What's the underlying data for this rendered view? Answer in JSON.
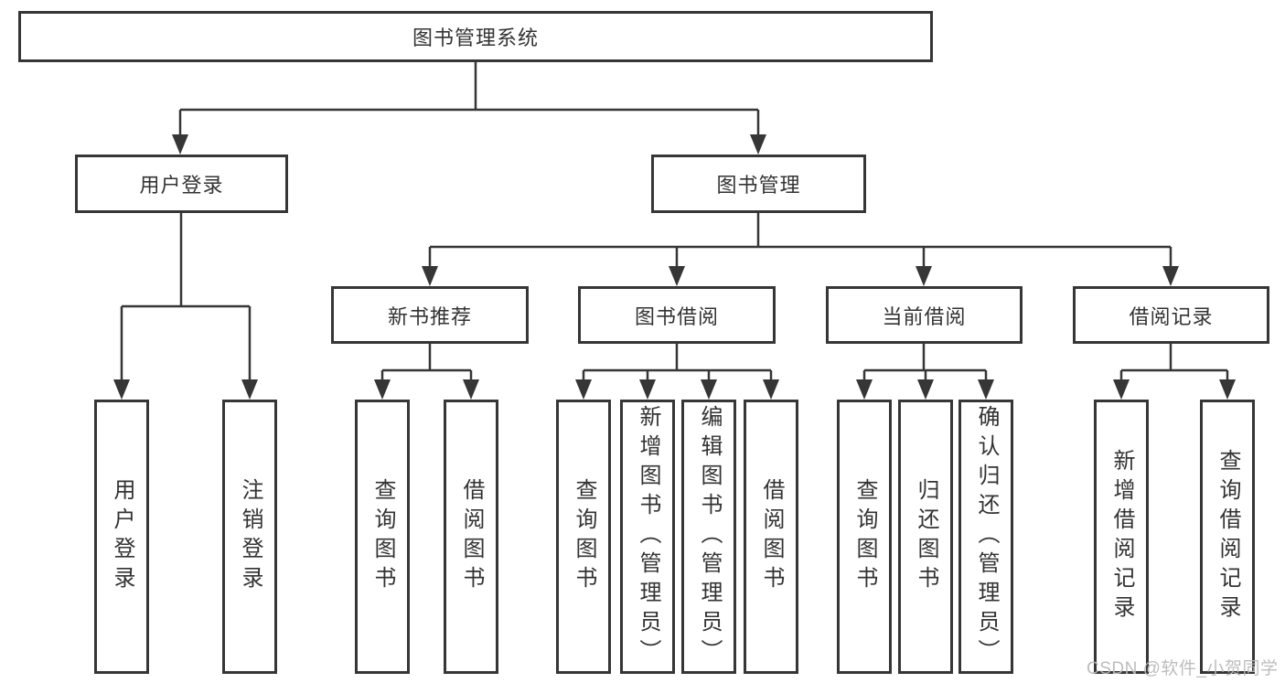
{
  "diagram": {
    "root_label": "图书管理系统",
    "level2": [
      "用户登录",
      "图书管理"
    ],
    "level3": [
      "新书推荐",
      "图书借阅",
      "当前借阅",
      "借阅记录"
    ],
    "leaves": {
      "login": [
        "用户登录",
        "注销登录"
      ],
      "recommend": [
        "查询图书",
        "借阅图书"
      ],
      "borrow": [
        "查询图书",
        "新增图书（管理员）",
        "编辑图书（管理员）",
        "借阅图书"
      ],
      "current": [
        "查询图书",
        "归还图书",
        "确认归还（管理员）"
      ],
      "records": [
        "新增借阅记录",
        "查询借阅记录"
      ]
    },
    "line_color": "#363636",
    "text_color": "#333333",
    "background_color": "#ffffff"
  },
  "watermark": "CSDN @软件_小贺同学"
}
